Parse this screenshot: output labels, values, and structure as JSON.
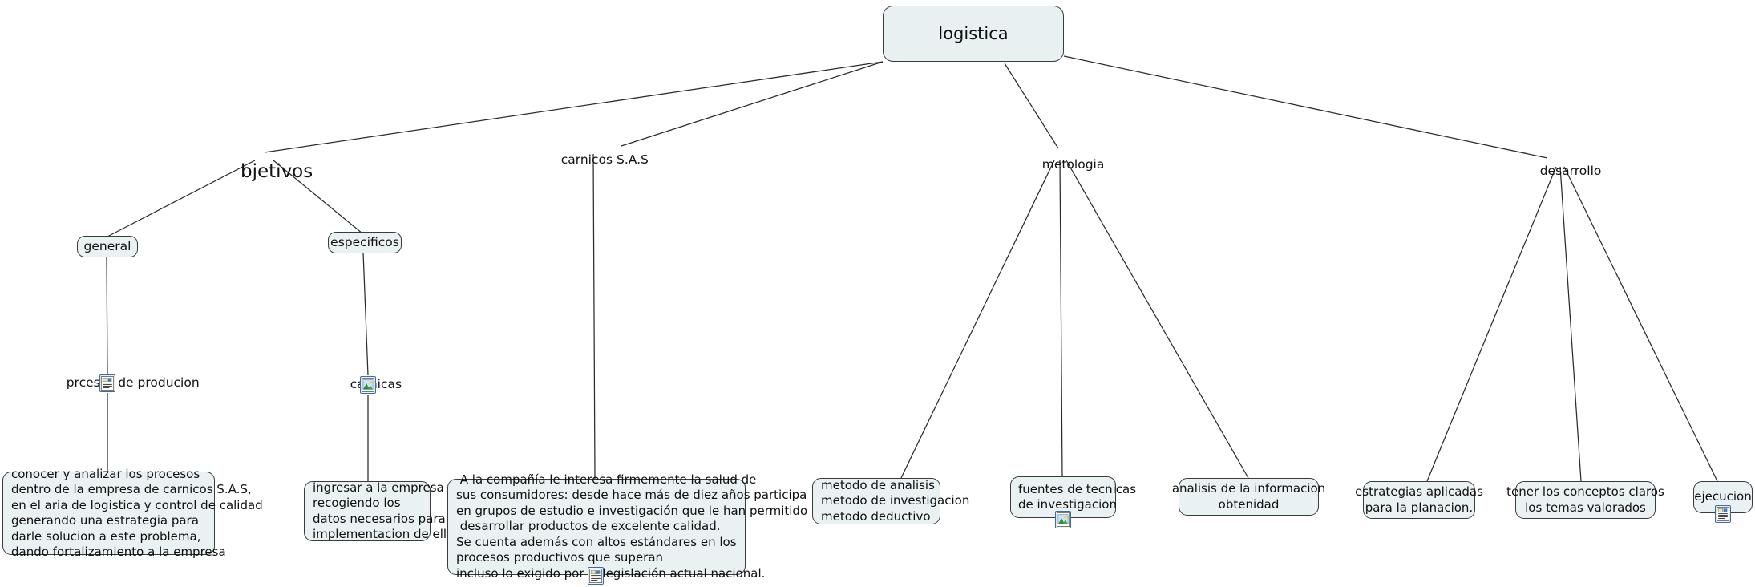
{
  "document": {
    "type": "concept-map",
    "title": "logistica",
    "background": "#ffffff",
    "node_fill": "#eaf1f3",
    "node_stroke": "#3b3b3b",
    "edge_color": "#2b2b2b",
    "icon_border": "#3a6ea5"
  },
  "nodes": {
    "root": {
      "label": "logistica"
    },
    "objetivos": {
      "label": "bjetivos"
    },
    "carnicos": {
      "label": "carnicos S.A.S"
    },
    "metologia": {
      "label": "metologia"
    },
    "desarrollo": {
      "label": "desarrollo"
    },
    "general": {
      "label": "general"
    },
    "especificos": {
      "label": "especificos"
    },
    "procesos": {
      "label": "prcesos de producion",
      "icon": "document-icon"
    },
    "carnicas": {
      "label": "carnicas",
      "icon": "image-icon"
    },
    "objetivo_general_text": {
      "label": "conocer y analizar los procesos\ndentro de la empresa de carnicos S.A.S,\nen el aria de logistica y control de calidad\ngenerando una estrategia para\ndarle solucion a este problema,\ndando fortalizamiento a la empresa"
    },
    "objetivo_especifico_text": {
      "label": "ingresar a la empresa\nrecogiendo los\ndatos necesarios para la\nimplementacion de ellos"
    },
    "carnicos_text": {
      "label": " A la compañía le interesa firmemente la salud de\nsus consumidores: desde hace más de diez años participa\nen grupos de estudio e investigación que le han permitido\n desarrollar productos de excelente calidad.\nSe cuenta además con altos estándares en los\nprocesos productivos que superan\nincluso lo exigido por la legislación actual nacional.",
      "icon": "document-icon"
    },
    "metodos": {
      "label": "metodo de analisis\nmetodo de investigacion\nmetodo deductivo"
    },
    "fuentes": {
      "label": "fuentes de tecnicas\nde investigacion",
      "icon": "image-icon"
    },
    "analisis": {
      "label": "analisis de la informacion\nobtenidad"
    },
    "estrategias": {
      "label": "estrategias aplicadas\npara la planacion."
    },
    "conceptos": {
      "label": "tener los conceptos claros\nlos temas valorados"
    },
    "ejecucion": {
      "label": "ejecucion",
      "icon": "document-icon"
    }
  },
  "edges": [
    {
      "from": "root",
      "to": "objetivos"
    },
    {
      "from": "root",
      "to": "carnicos"
    },
    {
      "from": "root",
      "to": "metologia"
    },
    {
      "from": "root",
      "to": "desarrollo"
    },
    {
      "from": "objetivos",
      "to": "general"
    },
    {
      "from": "objetivos",
      "to": "especificos"
    },
    {
      "from": "general",
      "to": "procesos"
    },
    {
      "from": "procesos",
      "to": "objetivo_general_text"
    },
    {
      "from": "especificos",
      "to": "carnicas"
    },
    {
      "from": "carnicas",
      "to": "objetivo_especifico_text"
    },
    {
      "from": "carnicos",
      "to": "carnicos_text"
    },
    {
      "from": "metologia",
      "to": "metodos"
    },
    {
      "from": "metologia",
      "to": "fuentes"
    },
    {
      "from": "metologia",
      "to": "analisis"
    },
    {
      "from": "desarrollo",
      "to": "estrategias"
    },
    {
      "from": "desarrollo",
      "to": "conceptos"
    },
    {
      "from": "desarrollo",
      "to": "ejecucion"
    }
  ]
}
